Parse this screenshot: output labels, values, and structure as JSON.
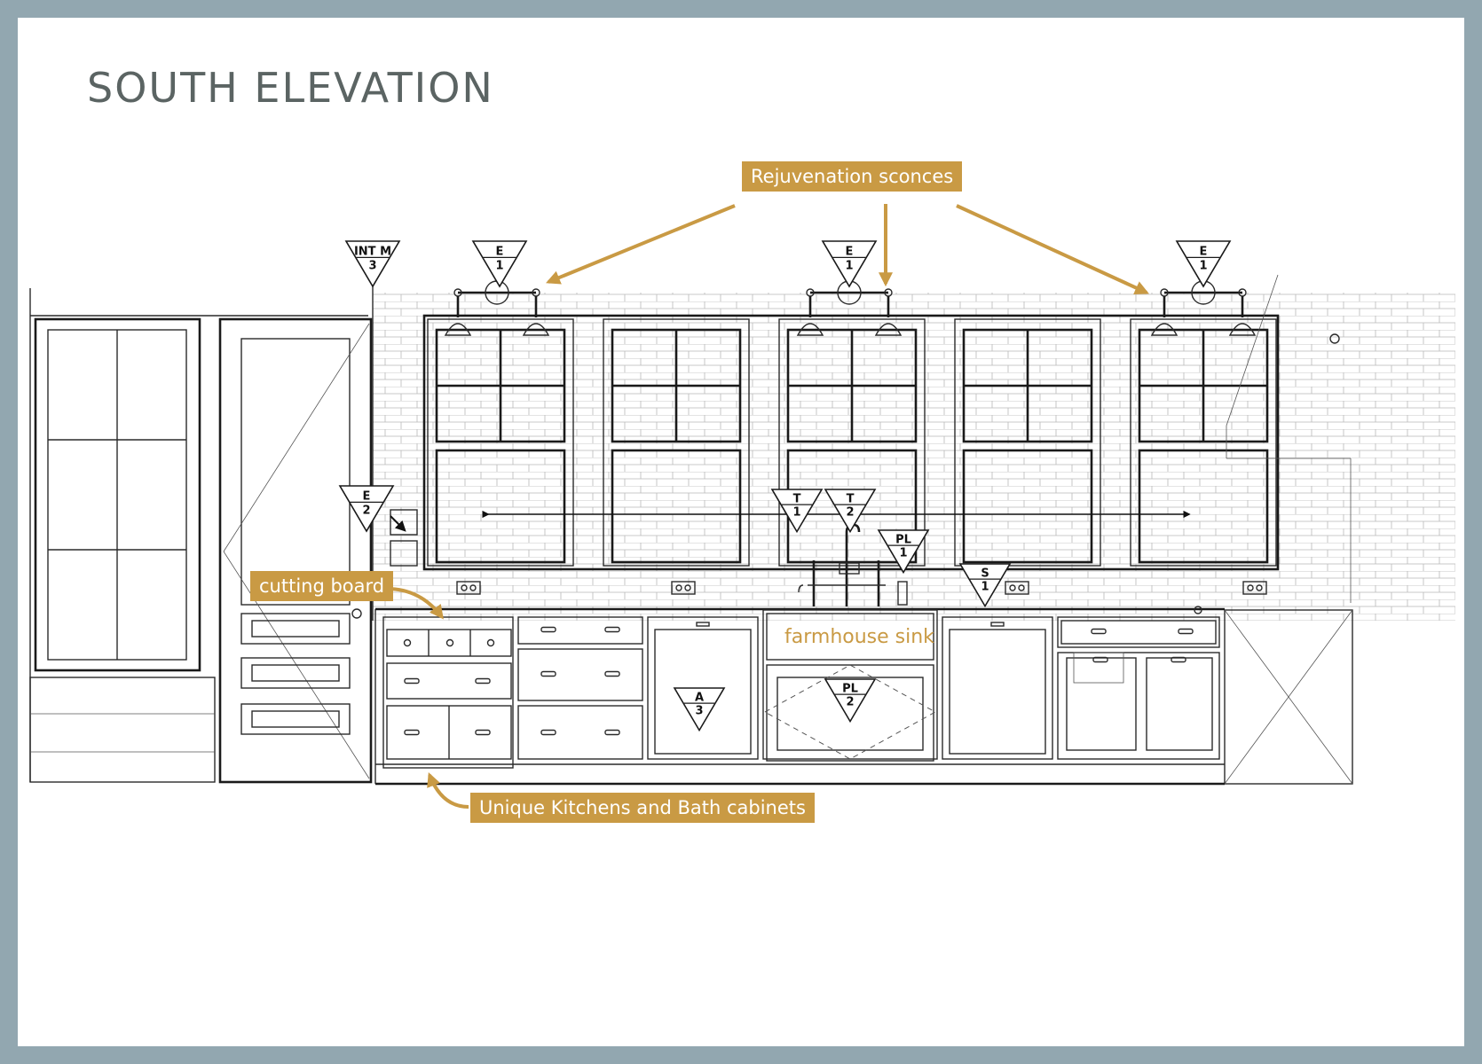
{
  "title": "SOUTH ELEVATION",
  "annotations": {
    "sconces": "Rejuvenation sconces",
    "cutting_board": "cutting board",
    "sink": "farmhouse sink",
    "cabinets": "Unique Kitchens and Bath cabinets"
  },
  "markers": [
    {
      "code": "INT M",
      "num": "3"
    },
    {
      "code": "E",
      "num": "1"
    },
    {
      "code": "E",
      "num": "1"
    },
    {
      "code": "E",
      "num": "1"
    },
    {
      "code": "E",
      "num": "2"
    },
    {
      "code": "T",
      "num": "1"
    },
    {
      "code": "T",
      "num": "2"
    },
    {
      "code": "PL",
      "num": "1"
    },
    {
      "code": "S",
      "num": "1"
    },
    {
      "code": "A",
      "num": "3"
    },
    {
      "code": "PL",
      "num": "2"
    }
  ],
  "colors": {
    "frame": "#92a7b0",
    "accent": "#c99a44",
    "title": "#5b6463",
    "line": "#1a1a1a"
  }
}
